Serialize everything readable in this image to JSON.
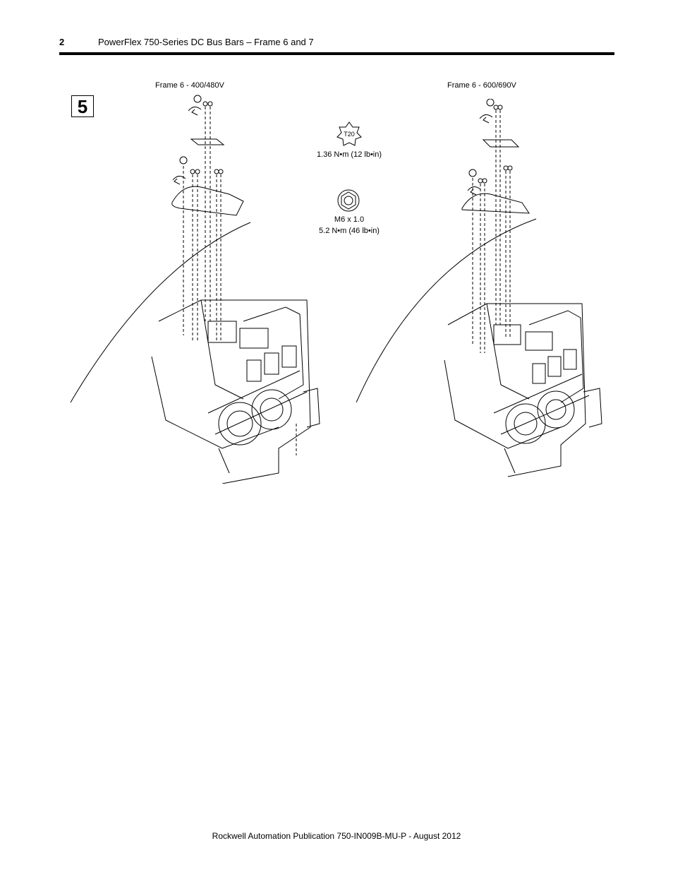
{
  "header": {
    "page_number": "2",
    "title": "PowerFlex 750-Series DC Bus Bars – Frame 6 and 7"
  },
  "step": {
    "number": "5"
  },
  "figures": {
    "left_label": "Frame 6 - 400/480V",
    "right_label": "Frame 6 - 600/690V"
  },
  "specs": {
    "t20": {
      "tool": "T20",
      "torque": "1.36 N•m (12 lb•in)"
    },
    "m6": {
      "size": "M6 x 1.0",
      "torque": "5.2 N•m (46 lb•in)"
    }
  },
  "footer": {
    "text": "Rockwell Automation Publication 750-IN009B-MU-P - August 2012"
  }
}
